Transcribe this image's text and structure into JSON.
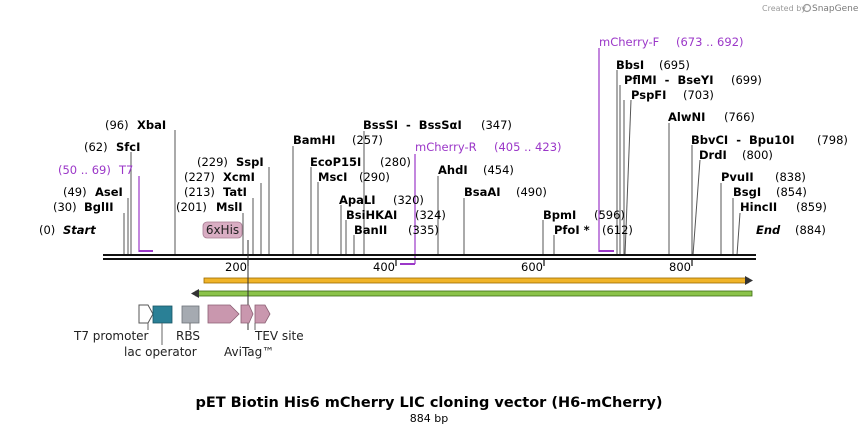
{
  "branding": {
    "created_by": "Created by",
    "brand": "SnapGene"
  },
  "map": {
    "title": "pET Biotin His6 mCherry LIC cloning vector (H6-mCherry)",
    "length_label": "884 bp",
    "start_label": "Start",
    "start_pos": "(0)",
    "end_label": "End",
    "end_pos": "(884)",
    "axis_ticks": [
      "200",
      "400",
      "600",
      "800"
    ]
  },
  "sites": [
    {
      "name": "BglII",
      "pos": "(30)"
    },
    {
      "name": "AseI",
      "pos": "(49)"
    },
    {
      "name": "SfcI",
      "pos": "(62)"
    },
    {
      "name": "XbaI",
      "pos": "(96)"
    },
    {
      "name": "MslI",
      "pos": "(201)"
    },
    {
      "name": "TatI",
      "pos": "(213)"
    },
    {
      "name": "XcmI",
      "pos": "(227)"
    },
    {
      "name": "SspI",
      "pos": "(229)"
    },
    {
      "name": "BamHI",
      "pos": "(257)"
    },
    {
      "name": "EcoP15I",
      "pos": "(280)"
    },
    {
      "name": "MscI",
      "pos": "(290)"
    },
    {
      "name": "ApaLI",
      "pos": "(320)"
    },
    {
      "name": "BsiHKAI",
      "pos": "(324)"
    },
    {
      "name": "BanII",
      "pos": "(335)"
    },
    {
      "name": "BssSI  -  BssSαI",
      "pos": "(347)"
    },
    {
      "name": "AhdI",
      "pos": "(454)"
    },
    {
      "name": "BsaAI",
      "pos": "(490)"
    },
    {
      "name": "BpmI",
      "pos": "(596)"
    },
    {
      "name": "PfoI *",
      "pos": "(612)"
    },
    {
      "name": "BbsI",
      "pos": "(695)"
    },
    {
      "name": "PflMI  -  BseYI",
      "pos": "(699)"
    },
    {
      "name": "PspFI",
      "pos": "(703)"
    },
    {
      "name": "AlwNI",
      "pos": "(766)"
    },
    {
      "name": "BbvCI  -  Bpu10I",
      "pos": "(798)"
    },
    {
      "name": "DrdI",
      "pos": "(800)"
    },
    {
      "name": "PvuII",
      "pos": "(838)"
    },
    {
      "name": "BsgI",
      "pos": "(854)"
    },
    {
      "name": "HincII",
      "pos": "(859)"
    }
  ],
  "primers": [
    {
      "name": "T7",
      "pos": "(50 .. 69)"
    },
    {
      "name": "mCherry-R",
      "pos": "(405 .. 423)"
    },
    {
      "name": "mCherry-F",
      "pos": "(673 .. 692)"
    }
  ],
  "features": {
    "his_tag": "6xHis",
    "t7_promoter": "T7 promoter",
    "lac_operator": "lac operator",
    "rbs": "RBS",
    "avitag": "AviTag™",
    "tev_site": "TEV site"
  },
  "colors": {
    "primer": "#9b37c8",
    "orange_feature": "#f0b429",
    "green_feature": "#8bc34a",
    "lac_operator": "#2a8096",
    "rbs": "#a5aab1",
    "avitag": "#c997ae",
    "his_tag": "#d9adc3",
    "backbone": "#111111"
  }
}
